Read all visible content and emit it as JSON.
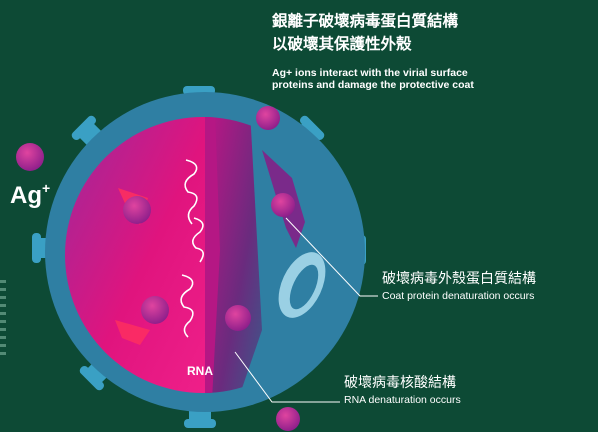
{
  "title_zh_line1": "銀離子破壞病毒蛋白質結構",
  "title_zh_line2": "以破壞其保護性外殼",
  "subtitle_en_line1": "Ag+ ions interact with the virial surface",
  "subtitle_en_line2": "proteins and damage the protective coat",
  "ag_label": "Ag",
  "ag_charge": "+",
  "rna_label": "RNA",
  "callout_coat": {
    "zh": "破壞病毒外殼蛋白質結構",
    "en": "Coat protein denaturation occurs"
  },
  "callout_rna": {
    "zh": "破壞病毒核酸結構",
    "en": "RNA denaturation occurs"
  },
  "colors": {
    "background": "#0d4a35",
    "virus_shell": "#2f7fa3",
    "spike": "#3aa0c4",
    "inner_magenta": "#d4127d",
    "inner_purple": "#7a2a8a",
    "ion": "#c11a8f"
  }
}
